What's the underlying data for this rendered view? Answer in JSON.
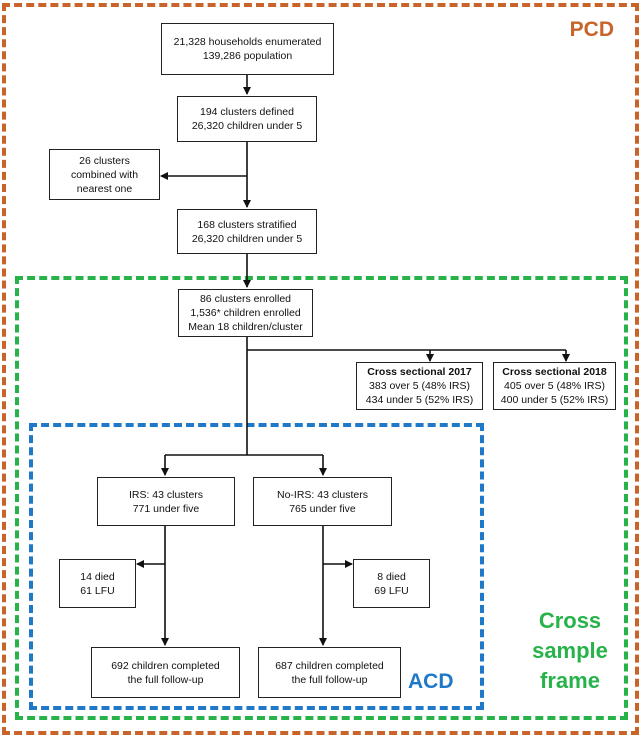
{
  "frames": {
    "pcd_label": "PCD",
    "acd_label": "ACD",
    "cross_label_lines": [
      "Cross",
      "sample",
      "frame"
    ]
  },
  "boxes": {
    "households": [
      "21,328 households enumerated",
      "139,286 population"
    ],
    "clusters_defined": [
      "194 clusters defined",
      "26,320 children under 5"
    ],
    "combined": [
      "26 clusters",
      "combined with",
      "nearest one"
    ],
    "stratified": [
      "168 clusters stratified",
      "26,320 children under 5"
    ],
    "enrolled": [
      "86 clusters enrolled",
      "1,536* children enrolled",
      "Mean 18 children/cluster"
    ],
    "cross_2017": {
      "title": "Cross sectional 2017",
      "lines": [
        "383 over 5 (48% IRS)",
        "434 under 5 (52% IRS)"
      ]
    },
    "cross_2018": {
      "title": "Cross sectional 2018",
      "lines": [
        "405 over 5 (48% IRS)",
        "400 under 5 (52% IRS)"
      ]
    },
    "irs": [
      "IRS: 43 clusters",
      "771 under five"
    ],
    "noirs": [
      "No-IRS: 43 clusters",
      "765 under five"
    ],
    "irs_loss": [
      "14 died",
      "61 LFU"
    ],
    "noirs_loss": [
      "8 died",
      "69 LFU"
    ],
    "irs_complete": [
      "692 children completed",
      "the full follow-up"
    ],
    "noirs_complete": [
      "687 children completed",
      "the full follow-up"
    ]
  },
  "colors": {
    "pcd": "#c8642a",
    "cross": "#27b34a",
    "acd": "#1f78c8"
  }
}
